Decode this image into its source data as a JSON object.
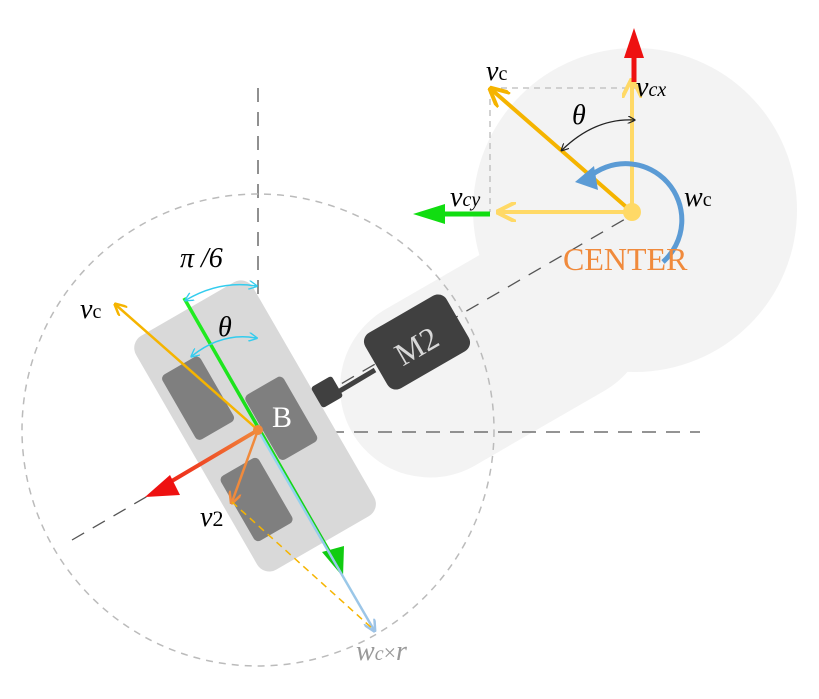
{
  "labels": {
    "center": "CENTER",
    "motor": "M2",
    "point_b": "B",
    "pi_over_6": "π /6",
    "theta_top": "θ",
    "theta_bottom": "θ",
    "vc_top_main": "v",
    "vc_top_sub": "c",
    "vcx_main": "v",
    "vcx_sub": "cx",
    "vcy_main": "v",
    "vcy_sub": "cy",
    "wc_main": "w",
    "wc_sub": "c",
    "vc_left_main": "v",
    "vc_left_sub": "c",
    "v2_main": "v",
    "v2_sub": "2",
    "wcr_w": "w",
    "wcr_c": "c",
    "wcr_times": "×",
    "wcr_r": "r"
  },
  "colors": {
    "orange_arrow": "#F5B400",
    "light_orange_arrow": "#FFD966",
    "red_arrow": "#EE1111",
    "green_arrow": "#11DD11",
    "blue_rotation": "#5B9BD5",
    "cyan_angle": "#33CCEE",
    "center_label": "#F08A3C",
    "motor_body": "#404040",
    "robot_body": "#F3F3F3",
    "wheel_module": "#D9D9D9",
    "wheel": "#7F7F7F"
  }
}
